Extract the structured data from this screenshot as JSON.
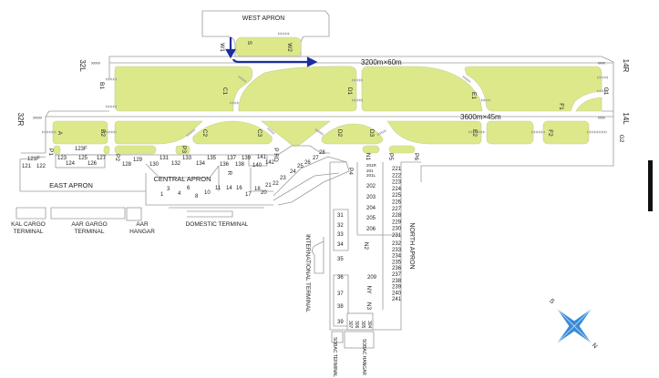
{
  "colors": {
    "grass": "#dde88a",
    "route_arrow": "#1c2f9c",
    "compass": "#3a8ad8",
    "lines": "#9a9a9a"
  },
  "areas": {
    "west_apron": "WEST APRON",
    "east_apron": "EAST APRON",
    "central_apron": "CENTRAL APRON",
    "north_apron": "NORTH APRON",
    "international_terminal": "INTERNATIONAL TERMINAL",
    "domestic_terminal": "DOMESTIC TERMINAL",
    "kal_cargo": [
      "KAL CARGO",
      "TERMINAL"
    ],
    "aar_cargo": [
      "AAR GARGO",
      "TERMINAL"
    ],
    "aar_hangar": [
      "AAR",
      "HANGAR"
    ],
    "sobac_terminal": "SOBAC TERMINAL",
    "sobac_hangar": "SOBAC HANGAR"
  },
  "runways": {
    "upper": {
      "dimensions": "3200m×60m",
      "end_left": "32L",
      "end_right": "14R"
    },
    "lower": {
      "dimensions": "3600m×45m",
      "end_left": "32R",
      "end_right": "14L"
    }
  },
  "taxiways": [
    "S",
    "W1",
    "W2",
    "B1",
    "C1",
    "D1",
    "E1",
    "F1",
    "G1",
    "A",
    "B2",
    "C2",
    "C3",
    "D2",
    "D3",
    "E2",
    "F2",
    "G2",
    "P1",
    "P2",
    "P3",
    "P RD",
    "N1",
    "P5",
    "P6",
    "P4",
    "N2",
    "NY",
    "N3",
    "R"
  ],
  "stands": {
    "east": [
      "121F",
      "121",
      "122",
      "123F",
      "123",
      "124",
      "125",
      "126",
      "127",
      "128",
      "129"
    ],
    "central_upper": [
      "130",
      "131",
      "132",
      "133",
      "134",
      "135",
      "136",
      "137",
      "138",
      "139",
      "140",
      "141",
      "142"
    ],
    "central_lower": [
      "1",
      "3",
      "4",
      "6",
      "8",
      "10",
      "11",
      "14",
      "16",
      "17",
      "18",
      "20",
      "21",
      "22",
      "23",
      "24",
      "25",
      "26",
      "27",
      "28"
    ],
    "international": [
      "31",
      "32",
      "33",
      "34",
      "35",
      "36",
      "37",
      "38",
      "39"
    ],
    "north_inner": [
      "201R",
      "201",
      "201L",
      "202",
      "203",
      "204",
      "205",
      "206",
      "209"
    ],
    "north_outer": [
      "221",
      "222",
      "223",
      "224",
      "225",
      "226",
      "227",
      "228",
      "229",
      "230",
      "231",
      "232",
      "233",
      "234",
      "235",
      "236",
      "237",
      "238",
      "239",
      "240",
      "241"
    ],
    "sobac": [
      "307",
      "306",
      "305",
      "304"
    ]
  },
  "compass": {
    "north": "N",
    "south": "S"
  }
}
